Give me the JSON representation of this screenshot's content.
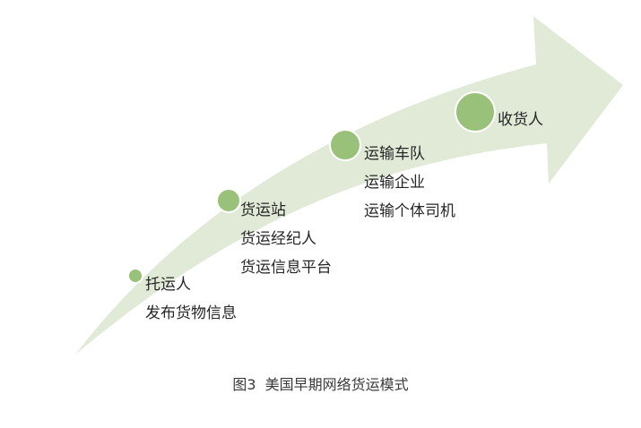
{
  "diagram": {
    "colors": {
      "arrow_fill": "#e0ead6",
      "node_fill": "#9ac17a",
      "node_stroke": "#ffffff",
      "text": "#262626"
    },
    "stages": [
      {
        "title": "托运人",
        "details": [
          "发布货物信息"
        ]
      },
      {
        "title": "货运站",
        "details": [
          "货运经纪人",
          "货运信息平台"
        ]
      },
      {
        "title": "运输车队",
        "details": [
          "运输企业",
          "运输个体司机"
        ]
      },
      {
        "title": "收货人",
        "details": []
      }
    ]
  },
  "caption": {
    "figure_number": "图3",
    "title": "美国早期网络货运模式"
  }
}
